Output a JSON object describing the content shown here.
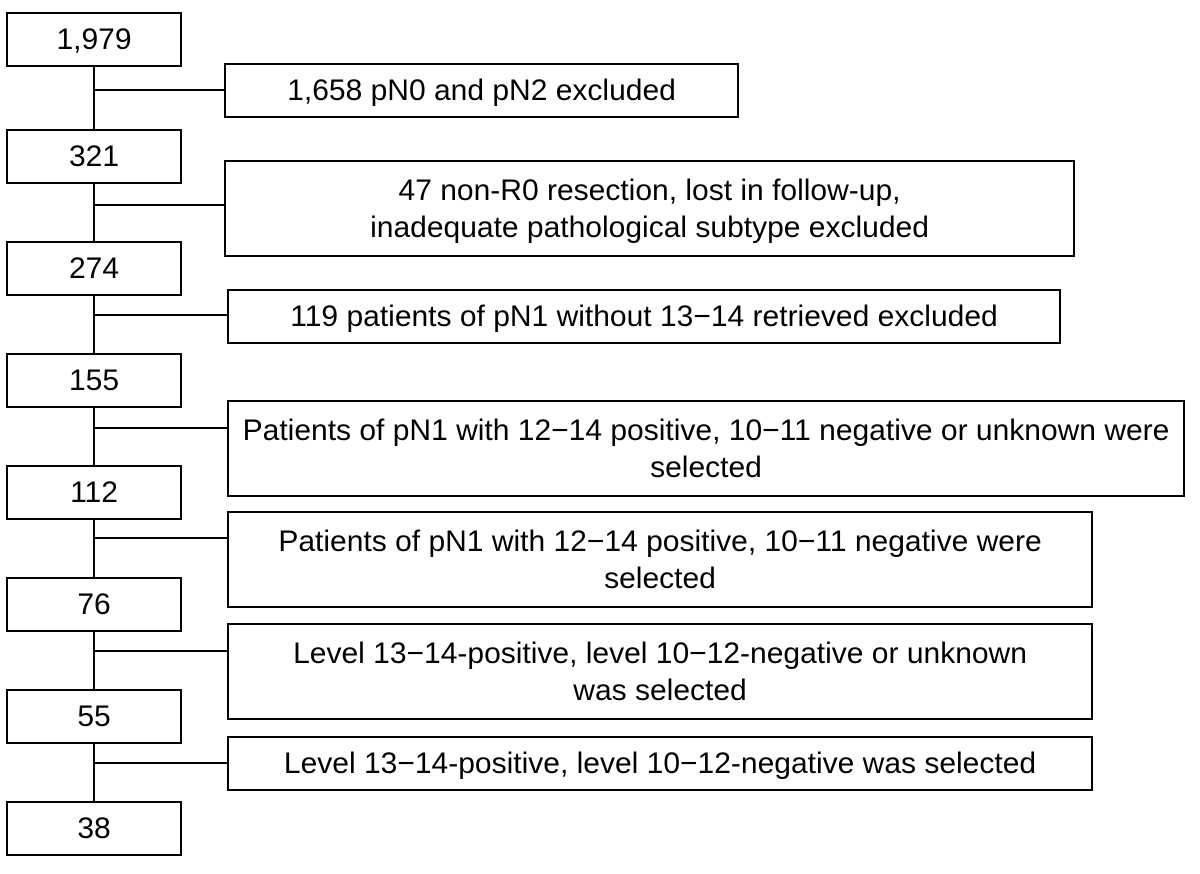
{
  "colors": {
    "line": "#000000",
    "box_fill": "#ffffff",
    "text": "#000000"
  },
  "counts": [
    "1,979",
    "321",
    "274",
    "155",
    "112",
    "76",
    "55",
    "38"
  ],
  "steps": [
    "1,658 pN0 and pN2 excluded",
    "47 non-R0 resection, lost in follow-up, inadequate pathological subtype excluded",
    "119 patients of pN1 without 13−14 retrieved excluded",
    "Patients of pN1 with 12−14 positive, 10−11 negative or unknown were selected",
    "Patients of pN1 with 12−14 positive, 10−11 negative were selected",
    "Level 13−14-positive, level 10−12-negative or unknown was selected",
    "Level 13−14-positive, level 10−12-negative was selected"
  ]
}
